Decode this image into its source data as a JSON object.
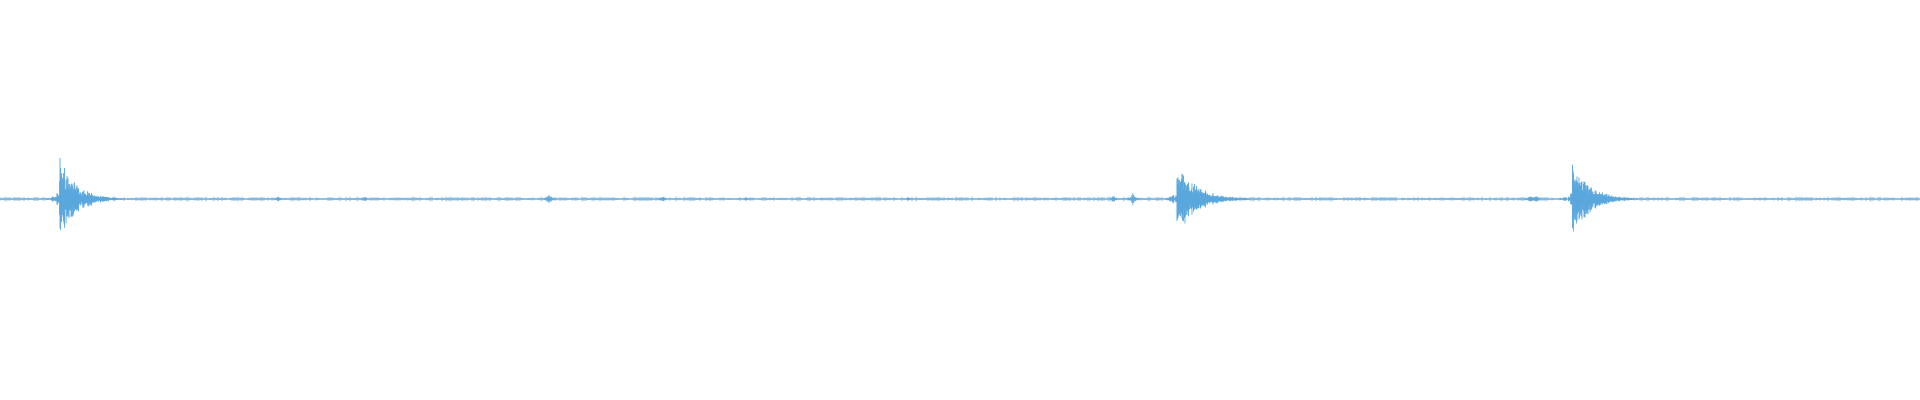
{
  "chart_data": {
    "type": "line",
    "title": "",
    "xlabel": "",
    "ylabel": "",
    "grid": false,
    "legend": "none",
    "xlim": [
      0,
      1
    ],
    "ylim": [
      -1,
      1
    ],
    "color": "#5aa7de",
    "series": [
      {
        "baseline_noise": 0.01,
        "bursts": [
          {
            "x": 0.031,
            "amplitude": 0.22,
            "decay": 0.012
          },
          {
            "x": 0.613,
            "amplitude": 0.19,
            "decay": 0.014
          },
          {
            "x": 0.819,
            "amplitude": 0.2,
            "decay": 0.012
          }
        ],
        "small_blips": [
          {
            "x": 0.145,
            "amplitude": 0.015
          },
          {
            "x": 0.19,
            "amplitude": 0.012
          },
          {
            "x": 0.286,
            "amplitude": 0.03
          },
          {
            "x": 0.345,
            "amplitude": 0.015
          },
          {
            "x": 0.389,
            "amplitude": 0.01
          },
          {
            "x": 0.473,
            "amplitude": 0.01
          },
          {
            "x": 0.58,
            "amplitude": 0.02
          },
          {
            "x": 0.59,
            "amplitude": 0.035
          },
          {
            "x": 0.797,
            "amplitude": 0.025
          },
          {
            "x": 0.8,
            "amplitude": 0.02
          }
        ]
      }
    ]
  }
}
